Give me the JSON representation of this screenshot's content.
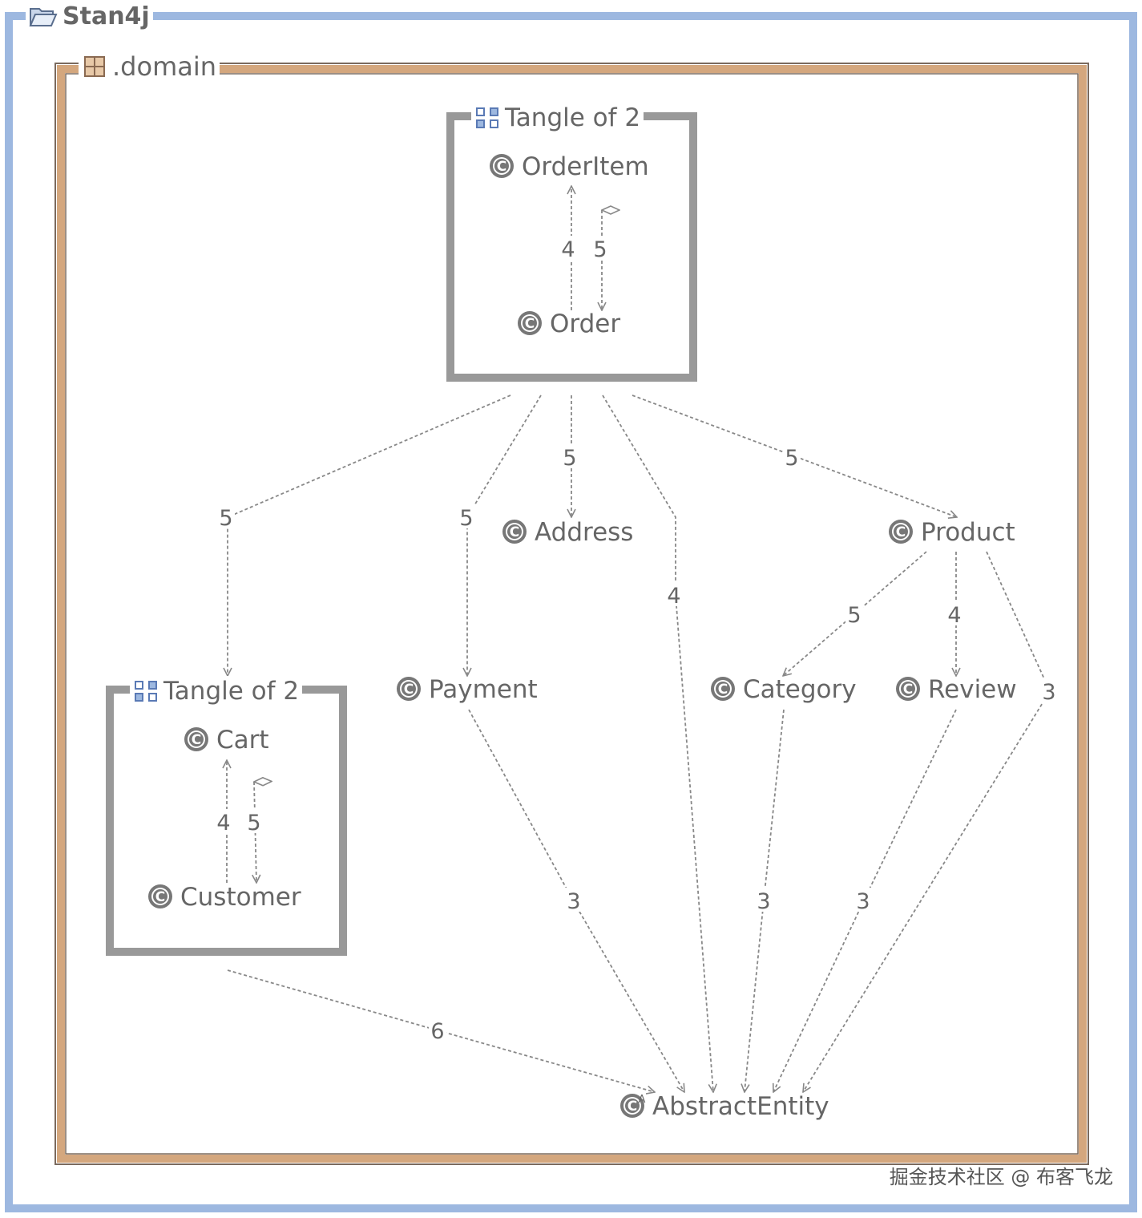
{
  "project": {
    "title": "Stan4j",
    "icon": "folder-open-icon"
  },
  "package": {
    "title": ".domain",
    "icon": "package-grid-icon"
  },
  "tangles": [
    {
      "id": "tangle_top",
      "title": "Tangle of 2",
      "icon": "tangle-icon"
    },
    {
      "id": "tangle_left",
      "title": "Tangle of 2",
      "icon": "tangle-icon"
    }
  ],
  "nodes": [
    {
      "id": "orderitem",
      "label": "OrderItem",
      "icon": "class-icon"
    },
    {
      "id": "order",
      "label": "Order",
      "icon": "class-icon"
    },
    {
      "id": "cart",
      "label": "Cart",
      "icon": "class-icon"
    },
    {
      "id": "customer",
      "label": "Customer",
      "icon": "class-icon"
    },
    {
      "id": "address",
      "label": "Address",
      "icon": "class-icon"
    },
    {
      "id": "product",
      "label": "Product",
      "icon": "class-icon"
    },
    {
      "id": "payment",
      "label": "Payment",
      "icon": "class-icon"
    },
    {
      "id": "category",
      "label": "Category",
      "icon": "class-icon"
    },
    {
      "id": "review",
      "label": "Review",
      "icon": "class-icon"
    },
    {
      "id": "abstractentity",
      "label": "AbstractEntity",
      "icon": "abstract-class-icon"
    }
  ],
  "edges": [
    {
      "from": "order",
      "to": "orderitem",
      "weight": "4",
      "head": "arrow"
    },
    {
      "from": "orderitem",
      "to": "order",
      "weight": "5",
      "head": "arrow",
      "tail": "diamond"
    },
    {
      "from": "customer",
      "to": "cart",
      "weight": "4",
      "head": "arrow"
    },
    {
      "from": "cart",
      "to": "customer",
      "weight": "5",
      "head": "arrow",
      "tail": "diamond"
    },
    {
      "from": "tangle_top",
      "to": "tangle_left",
      "weight": "5",
      "head": "arrow"
    },
    {
      "from": "tangle_top",
      "to": "payment",
      "weight": "5",
      "head": "arrow"
    },
    {
      "from": "tangle_top",
      "to": "address",
      "weight": "5",
      "head": "arrow"
    },
    {
      "from": "tangle_top",
      "to": "abstractentity",
      "weight": "4",
      "head": "arrow"
    },
    {
      "from": "tangle_top",
      "to": "product",
      "weight": "5",
      "head": "arrow"
    },
    {
      "from": "product",
      "to": "category",
      "weight": "5",
      "head": "arrow"
    },
    {
      "from": "product",
      "to": "review",
      "weight": "4",
      "head": "arrow"
    },
    {
      "from": "product",
      "to": "abstractentity",
      "weight": "3",
      "head": "arrow"
    },
    {
      "from": "payment",
      "to": "abstractentity",
      "weight": "3",
      "head": "arrow"
    },
    {
      "from": "category",
      "to": "abstractentity",
      "weight": "3",
      "head": "arrow"
    },
    {
      "from": "review",
      "to": "abstractentity",
      "weight": "3",
      "head": "arrow"
    },
    {
      "from": "tangle_left",
      "to": "abstractentity",
      "weight": "6",
      "head": "arrow"
    }
  ],
  "colors": {
    "outer_frame": "#9db8e0",
    "package_frame": "#d4a77e",
    "package_frame_edge": "#7a6a5e",
    "tangle_frame": "#999999",
    "text": "#666666",
    "edge": "#888888",
    "class_icon": "#777777",
    "tangle_icon": "#5a7ab5"
  },
  "watermark": "掘金技术社区 @ 布客飞龙"
}
